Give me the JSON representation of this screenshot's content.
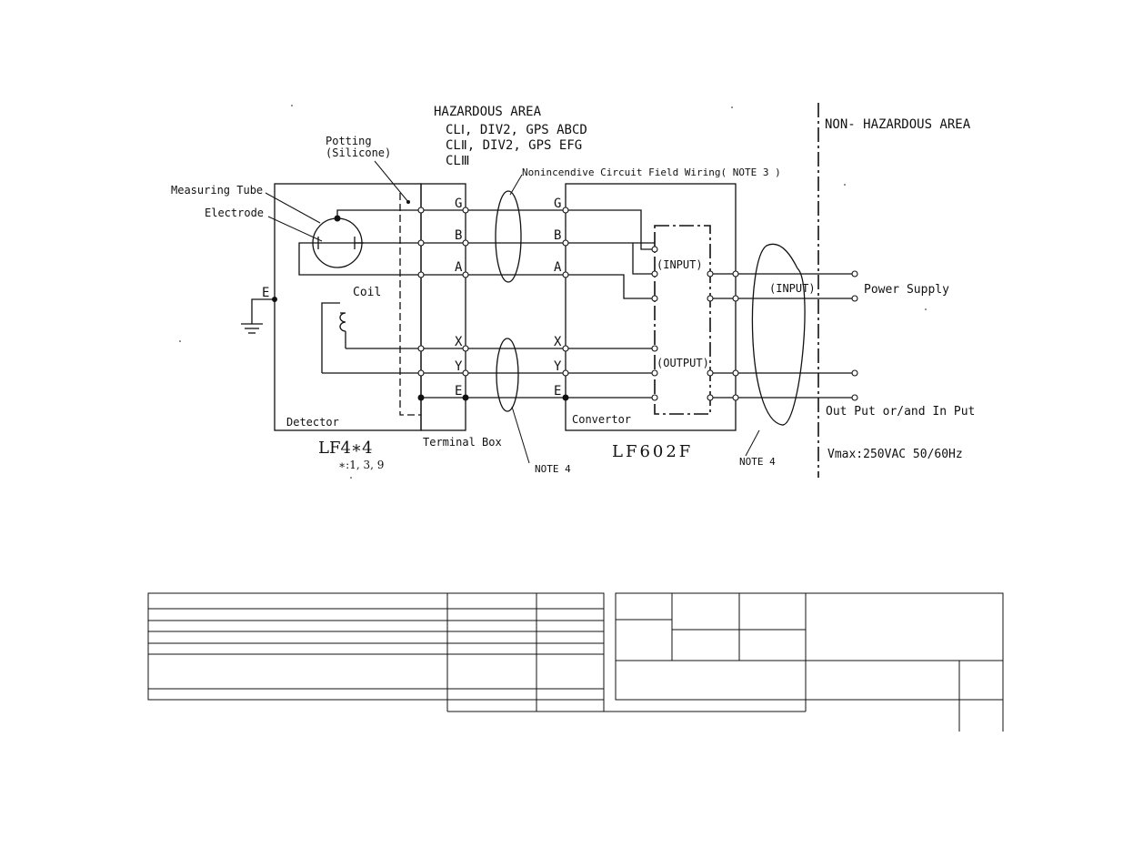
{
  "areas": {
    "hazardous_title": "HAZARDOUS AREA",
    "hazardous_class1": "CLⅠ, DIV2, GPS ABCD",
    "hazardous_class2": "CLⅡ, DIV2, GPS EFG",
    "hazardous_class3": "CLⅢ",
    "non_hazardous_title": "NON- HAZARDOUS AREA"
  },
  "detector": {
    "potting_label_1": "Potting",
    "potting_label_2": "(Silicone)",
    "measuring_tube_label": "Measuring Tube",
    "electrode_label": "Electrode",
    "coil_label": "Coil",
    "ground_label": "E",
    "box_label": "Detector",
    "model": "LF4∗4",
    "model_note": "∗:1, 3, 9"
  },
  "terminal_box": {
    "label": "Terminal Box",
    "terminals": [
      "G",
      "B",
      "A",
      "X",
      "Y",
      "E"
    ]
  },
  "wiring": {
    "field_wiring_label": "Nonincendive Circuit Field Wiring( NOTE 3 )",
    "note4_left": "NOTE 4",
    "note4_right": "NOTE 4"
  },
  "convertor": {
    "label": "Convertor",
    "model": "LF602F",
    "terminals": [
      "G",
      "B",
      "A",
      "X",
      "Y",
      "E"
    ],
    "input_label": "(INPUT)",
    "output_label": "(OUTPUT)",
    "input_right_label": "(INPUT)"
  },
  "outputs": {
    "power_supply": "Power Supply",
    "out_in": "Out Put or/and In Put",
    "vmax": "Vmax:250VAC 50/60Hz"
  }
}
